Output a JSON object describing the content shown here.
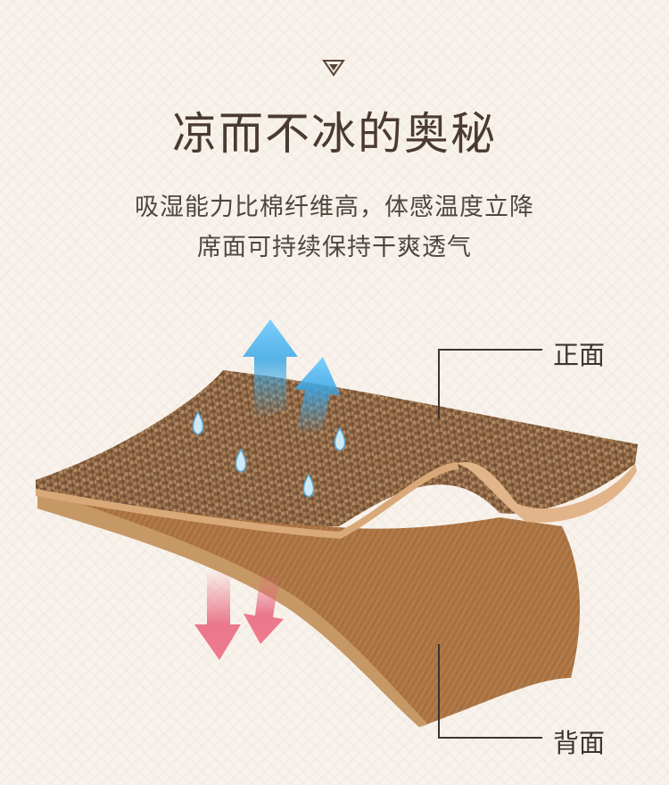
{
  "title": "凉而不冰的奥秘",
  "subtitle_line1": "吸湿能力比棉纤维高，体感温度立降",
  "subtitle_line2": "席面可持续保持干爽透气",
  "labels": {
    "front": "正面",
    "back": "背面"
  },
  "colors": {
    "background": "#f8f2ec",
    "title": "#4a3a33",
    "weave_dark": "#6a4a30",
    "weave_light": "#b08660",
    "backing": "#a26c3c",
    "cool_arrow": "#3aa7e6",
    "warm_arrow": "#e8637a"
  }
}
